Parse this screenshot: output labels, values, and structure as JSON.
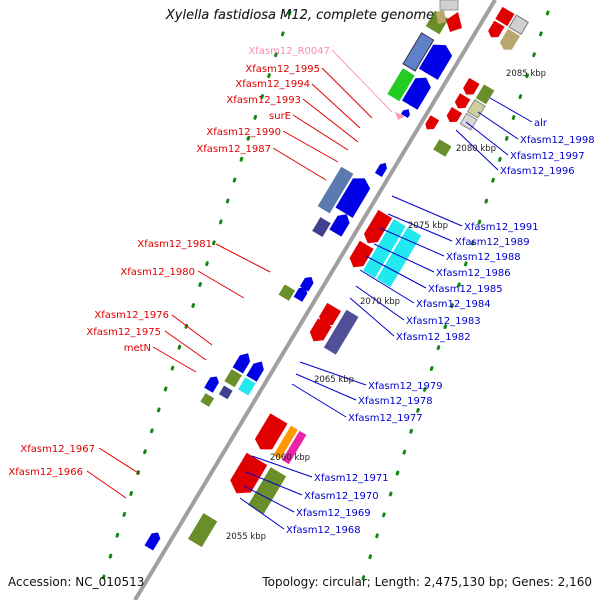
{
  "title": "Xylella fastidiosa M12, complete genome",
  "footer": {
    "accession": "Accession: NC_010513",
    "summary": "Topology: circular; Length: 2,475,130 bp; Genes: 2,160"
  },
  "colors": {
    "red_label": "#e00000",
    "blue_label": "#0000cc",
    "pink_label": "#ff8ab0",
    "backbone": "#a0a0a0",
    "tick": "#118811"
  },
  "kbp_marks": [
    "2085 kbp",
    "2080 kbp",
    "2075 kbp",
    "2070 kbp",
    "2065 kbp",
    "2060 kbp",
    "2055 kbp"
  ],
  "left_labels": [
    "Xfasm12_R0047",
    "Xfasm12_1995",
    "Xfasm12_1994",
    "Xfasm12_1993",
    "surE",
    "Xfasm12_1990",
    "Xfasm12_1987",
    "Xfasm12_1981",
    "Xfasm12_1980",
    "Xfasm12_1976",
    "Xfasm12_1975",
    "metN",
    "Xfasm12_1967",
    "Xfasm12_1966"
  ],
  "right_labels": [
    "alr",
    "Xfasm12_1998",
    "Xfasm12_1997",
    "Xfasm12_1996",
    "Xfasm12_1991",
    "Xfasm12_1989",
    "Xfasm12_1988",
    "Xfasm12_1986",
    "Xfasm12_1985",
    "Xfasm12_1984",
    "Xfasm12_1983",
    "Xfasm12_1982",
    "Xfasm12_1979",
    "Xfasm12_1978",
    "Xfasm12_1977",
    "Xfasm12_1971",
    "Xfasm12_1970",
    "Xfasm12_1969",
    "Xfasm12_1968"
  ]
}
